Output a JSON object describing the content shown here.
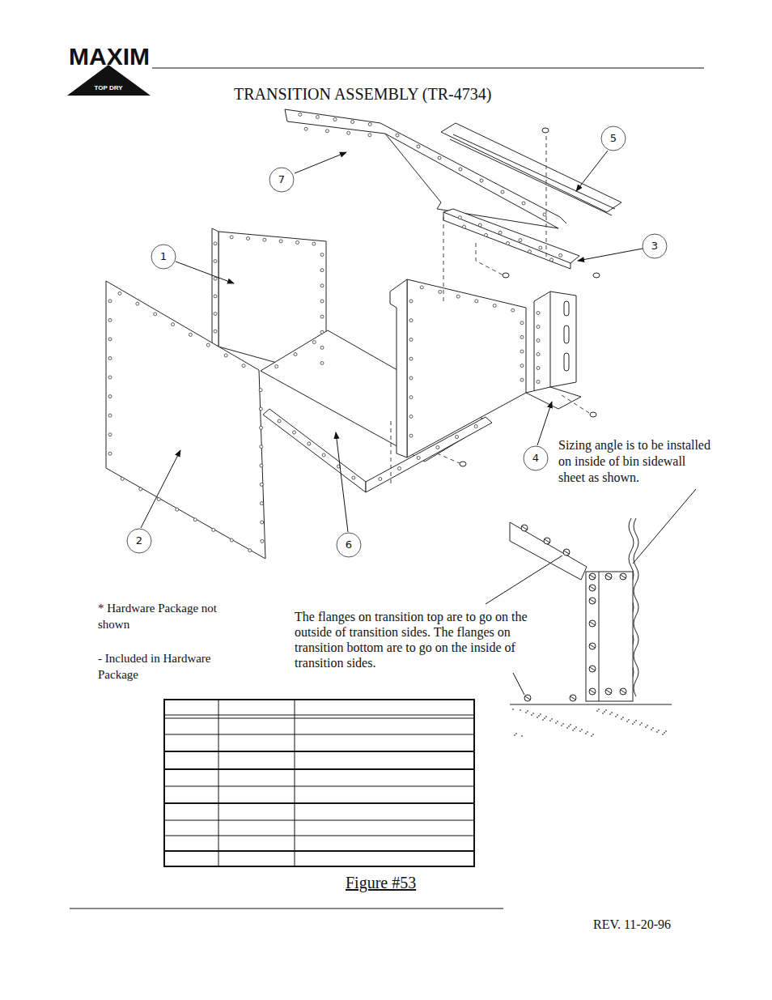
{
  "diagram": {
    "title": "TRANSITION ASSEMBLY  (TR-4734)",
    "caption": "Figure #53",
    "labels": [
      "MAXIM",
      "TOP DRY",
      "5",
      "7",
      "1",
      "3",
      "4",
      "2",
      "6",
      "Sizing angle is to be installed on inside of bin sidewall sheet as shown.",
      "* Hardware Package not shown",
      "- Included in Hardware Package",
      "The flanges on transition top are to go on the outside of transition sides. The flanges on transition bottom are to go on the inside of transition sides.",
      "REV. 11-20-96"
    ]
  }
}
